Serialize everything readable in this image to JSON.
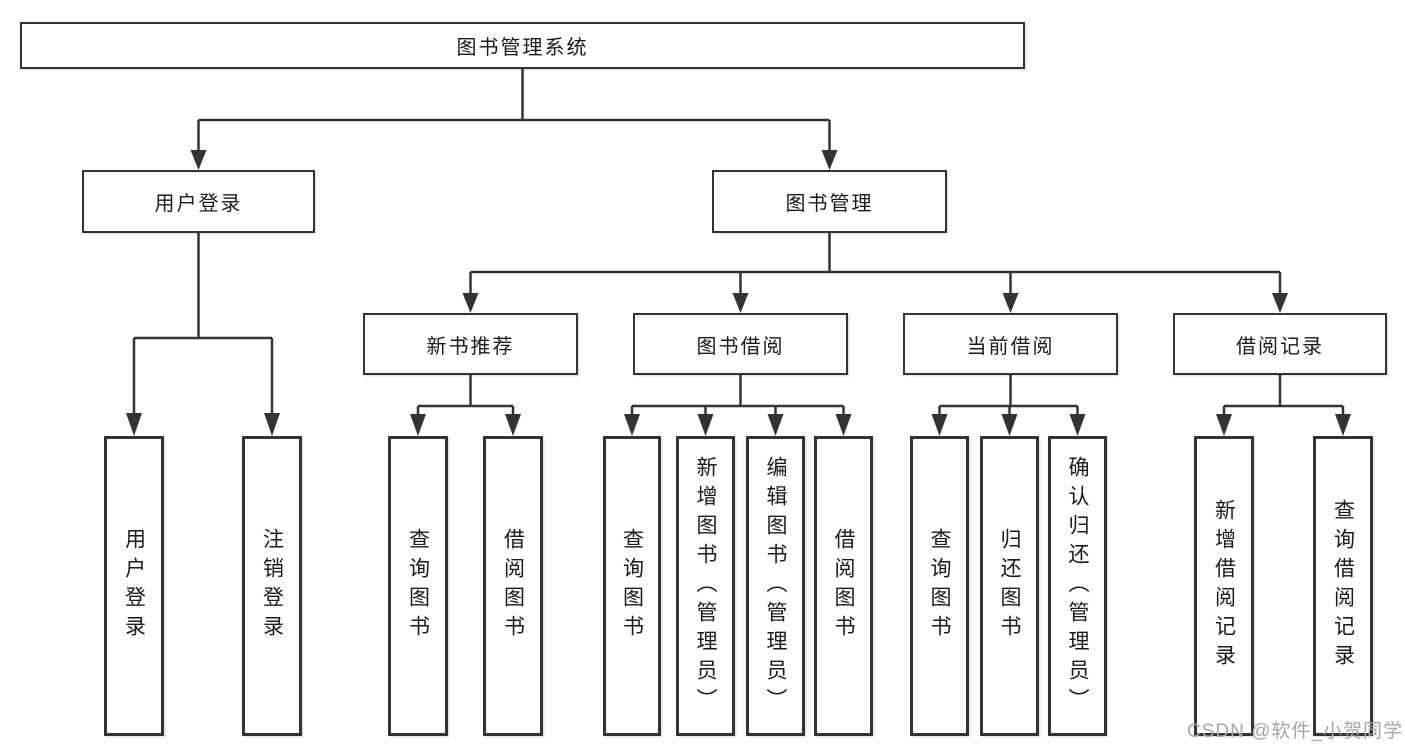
{
  "colors": {
    "line": "#333333",
    "border": "#333333",
    "text": "#1a1a1a",
    "watermark": "#a6a6a6",
    "background": "#ffffff"
  },
  "watermark": "CSDN @软件_小贺同学",
  "tree": {
    "label": "图书管理系统",
    "children": [
      {
        "label": "用户登录",
        "children": [
          {
            "label": "用户登录"
          },
          {
            "label": "注销登录"
          }
        ]
      },
      {
        "label": "图书管理",
        "children": [
          {
            "label": "新书推荐",
            "children": [
              {
                "label": "查询图书"
              },
              {
                "label": "借阅图书"
              }
            ]
          },
          {
            "label": "图书借阅",
            "children": [
              {
                "label": "查询图书"
              },
              {
                "label": "新增图书（管理员）"
              },
              {
                "label": "编辑图书（管理员）"
              },
              {
                "label": "借阅图书"
              }
            ]
          },
          {
            "label": "当前借阅",
            "children": [
              {
                "label": "查询图书"
              },
              {
                "label": "归还图书"
              },
              {
                "label": "确认归还（管理员）"
              }
            ]
          },
          {
            "label": "借阅记录",
            "children": [
              {
                "label": "新增借阅记录"
              },
              {
                "label": "查询借阅记录"
              }
            ]
          }
        ]
      }
    ]
  }
}
